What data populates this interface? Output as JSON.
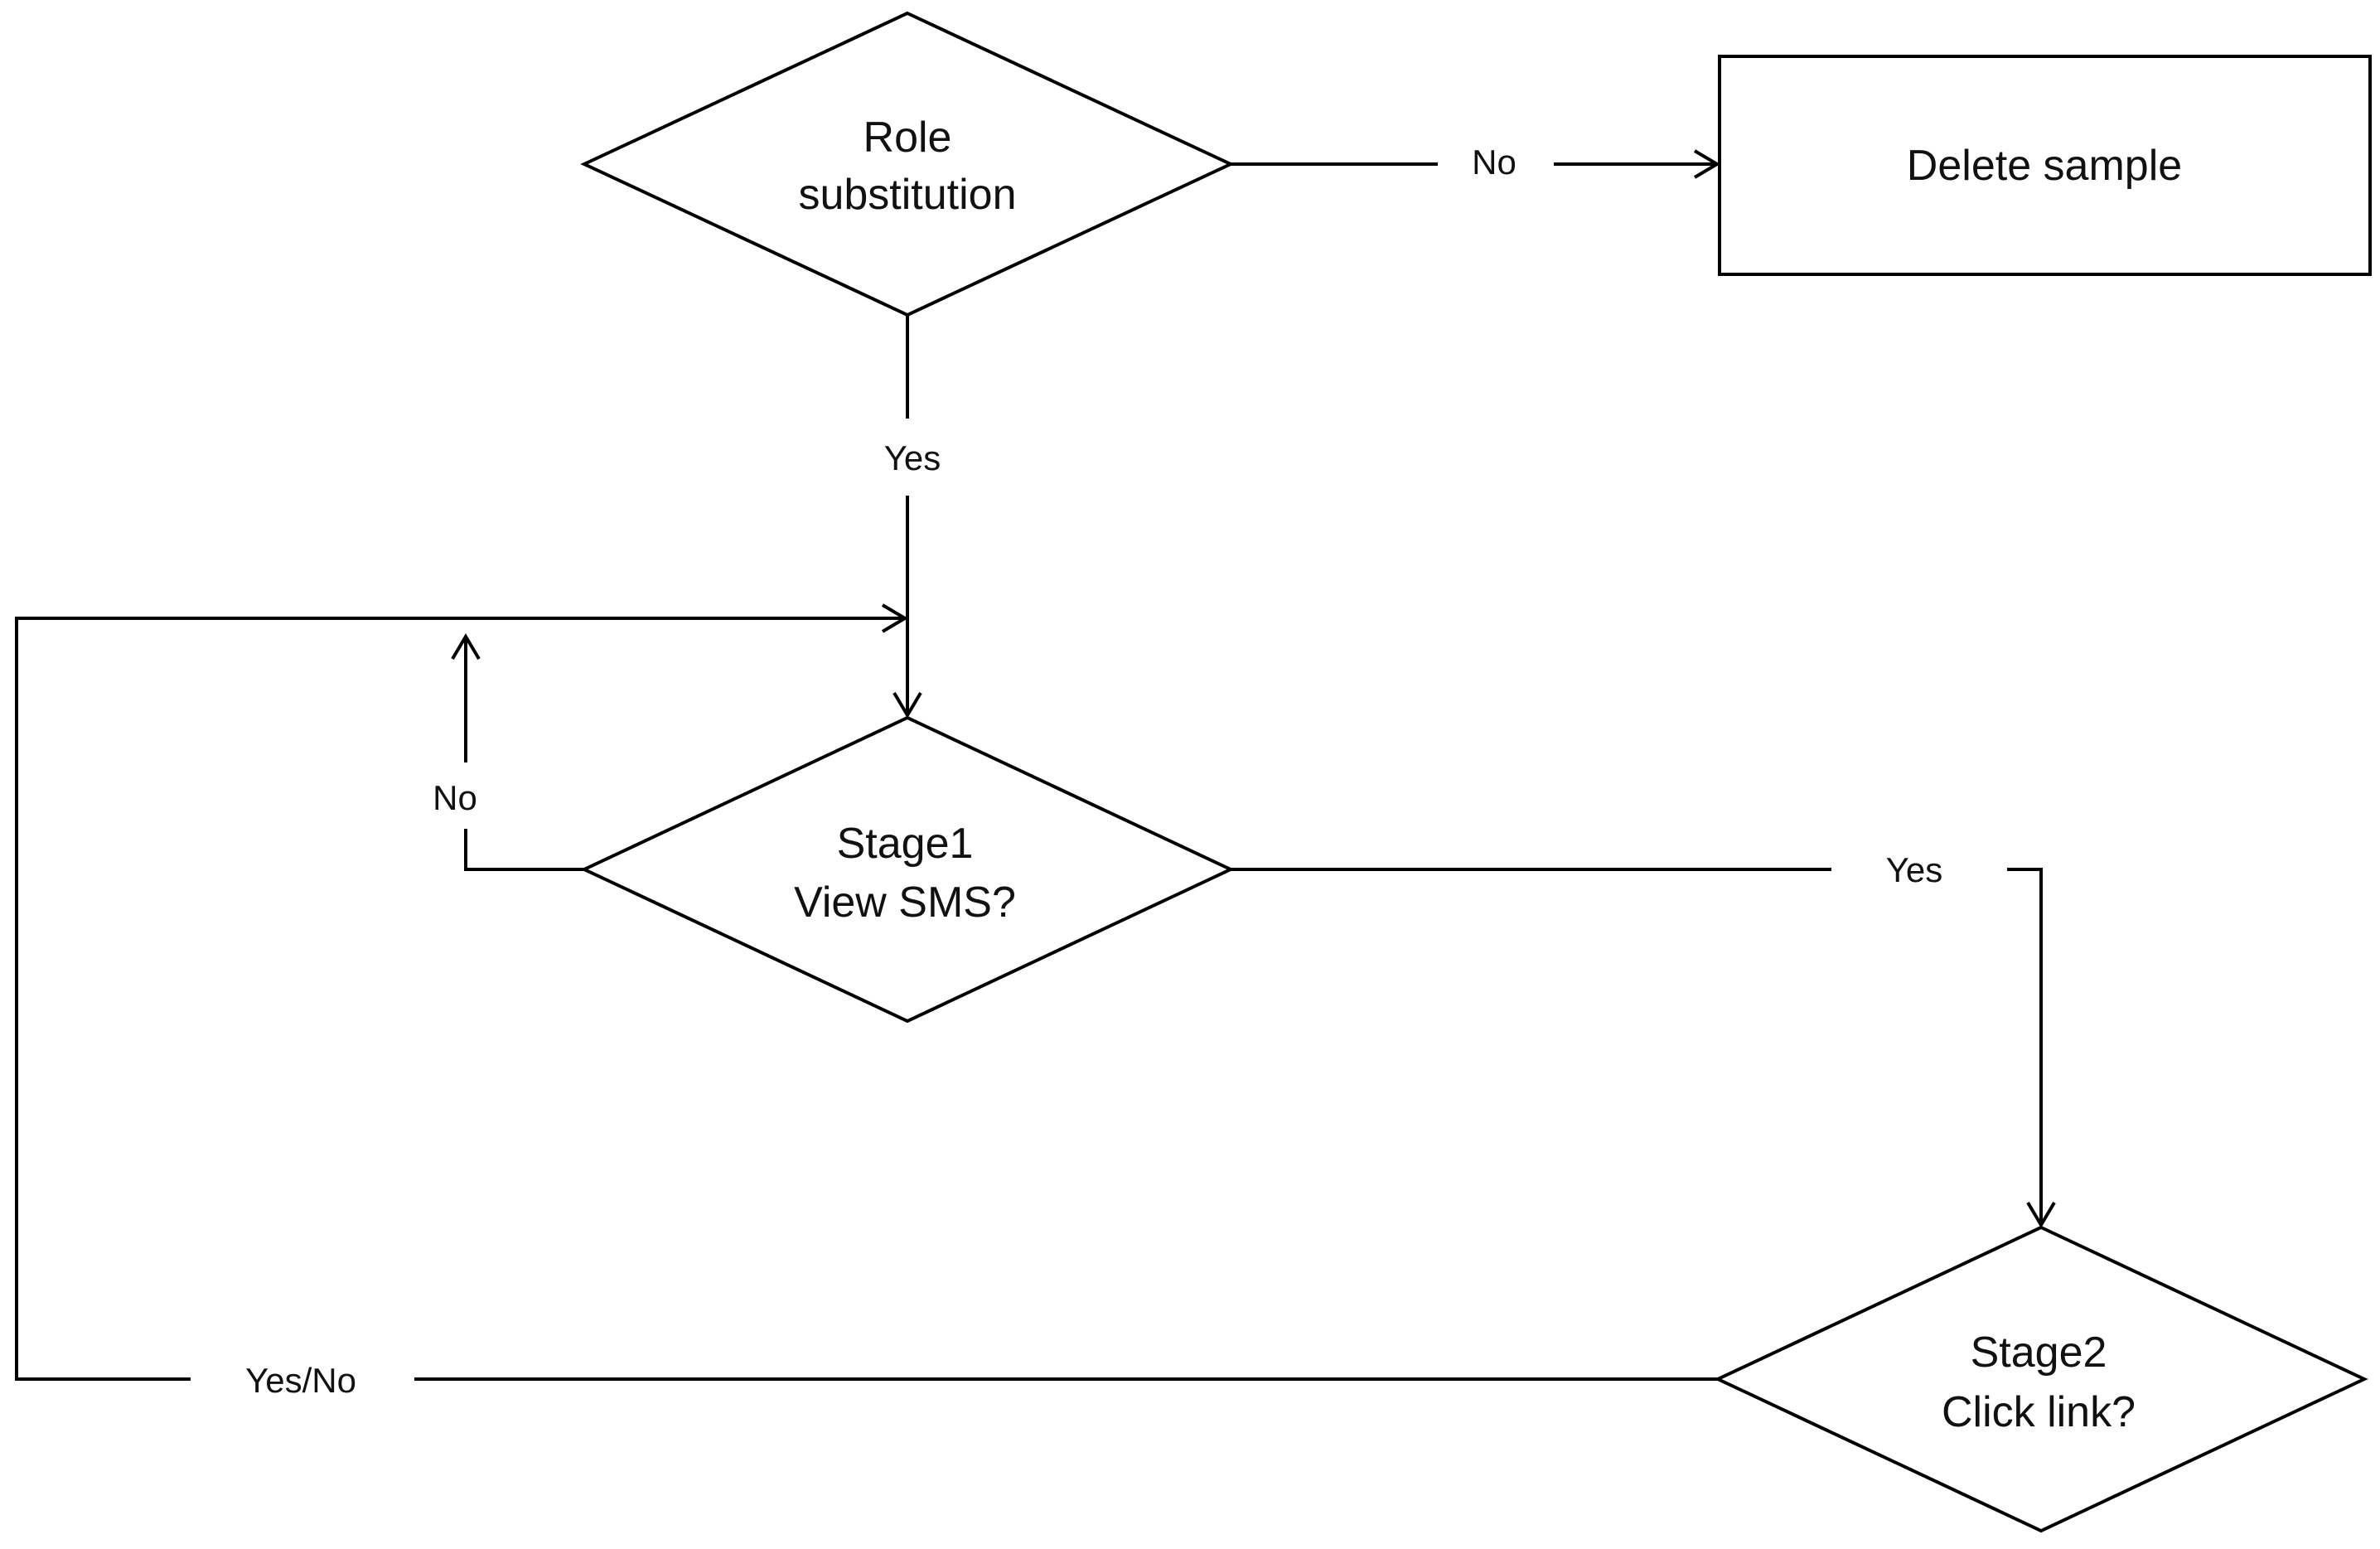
{
  "nodes": {
    "role_substitution": {
      "line1": "Role",
      "line2": "substitution"
    },
    "delete_sample": {
      "label": "Delete sample"
    },
    "stage1": {
      "line1": "Stage1",
      "line2": "View SMS?"
    },
    "stage2": {
      "line1": "Stage2",
      "line2": "Click link?"
    }
  },
  "edges": {
    "role_no": "No",
    "role_yes": "Yes",
    "stage1_no": "No",
    "stage1_yes": "Yes",
    "stage2_yes_no": "Yes/No"
  },
  "colors": {
    "stroke": "#000000",
    "background": "#ffffff",
    "text": "#111111"
  }
}
